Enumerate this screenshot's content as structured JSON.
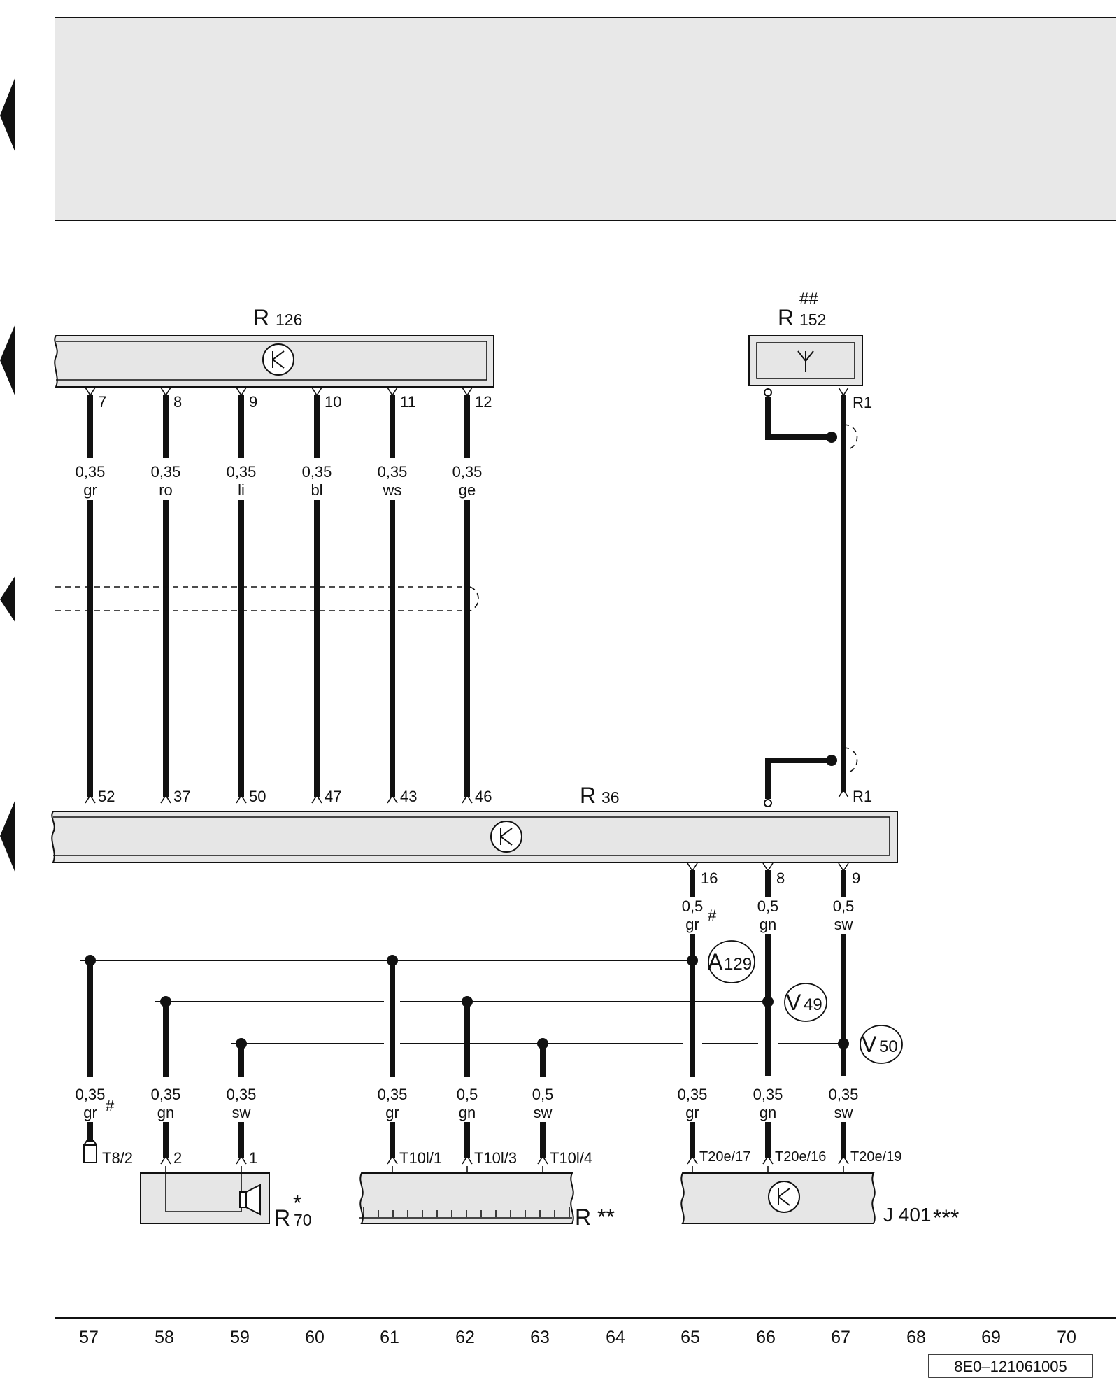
{
  "components": {
    "r126": {
      "letter": "R",
      "number": "126"
    },
    "r152": {
      "letter": "R",
      "number": "152",
      "mark": "##"
    },
    "r36": {
      "letter": "R",
      "number": "36"
    },
    "r70": {
      "letter": "R",
      "number": "70",
      "mark": "*"
    },
    "rss": {
      "label": "R **"
    },
    "j401": {
      "label": "J 401",
      "mark": "***"
    }
  },
  "r126_wires": [
    {
      "top_pin": "7",
      "size": "0,35",
      "color": "gr",
      "bottom_pin": "52"
    },
    {
      "top_pin": "8",
      "size": "0,35",
      "color": "ro",
      "bottom_pin": "37"
    },
    {
      "top_pin": "9",
      "size": "0,35",
      "color": "li",
      "bottom_pin": "50"
    },
    {
      "top_pin": "10",
      "size": "0,35",
      "color": "bl",
      "bottom_pin": "47"
    },
    {
      "top_pin": "11",
      "size": "0,35",
      "color": "ws",
      "bottom_pin": "43"
    },
    {
      "top_pin": "12",
      "size": "0,35",
      "color": "ge",
      "bottom_pin": "46"
    }
  ],
  "r152_pin": "R1",
  "r36_pin": "R1",
  "r36_out": [
    {
      "pin": "16",
      "size": "0,5",
      "color": "gr",
      "mark": "#"
    },
    {
      "pin": "8",
      "size": "0,5",
      "color": "gn",
      "mark": ""
    },
    {
      "pin": "9",
      "size": "0,5",
      "color": "sw",
      "mark": ""
    }
  ],
  "connections": [
    {
      "letter": "A",
      "number": "129"
    },
    {
      "letter": "V",
      "number": "49"
    },
    {
      "letter": "V",
      "number": "50"
    }
  ],
  "bottom_wires": [
    {
      "size": "0,35",
      "color": "gr",
      "mark": "#",
      "terminal": "T8/2"
    },
    {
      "size": "0,35",
      "color": "gn",
      "mark": "",
      "terminal": "2"
    },
    {
      "size": "0,35",
      "color": "sw",
      "mark": "",
      "terminal": "1"
    },
    {
      "size": "0,35",
      "color": "gr",
      "mark": "",
      "terminal": "T10l/1"
    },
    {
      "size": "0,5",
      "color": "gn",
      "mark": "",
      "terminal": "T10l/3"
    },
    {
      "size": "0,5",
      "color": "sw",
      "mark": "",
      "terminal": "T10l/4"
    },
    {
      "size": "0,35",
      "color": "gr",
      "mark": "",
      "terminal": "T20e/17"
    },
    {
      "size": "0,35",
      "color": "gn",
      "mark": "",
      "terminal": "T20e/16"
    },
    {
      "size": "0,35",
      "color": "sw",
      "mark": "",
      "terminal": "T20e/19"
    }
  ],
  "columns": [
    "57",
    "58",
    "59",
    "60",
    "61",
    "62",
    "63",
    "64",
    "65",
    "66",
    "67",
    "68",
    "69",
    "70"
  ],
  "doc_code": "8E0–121061005"
}
